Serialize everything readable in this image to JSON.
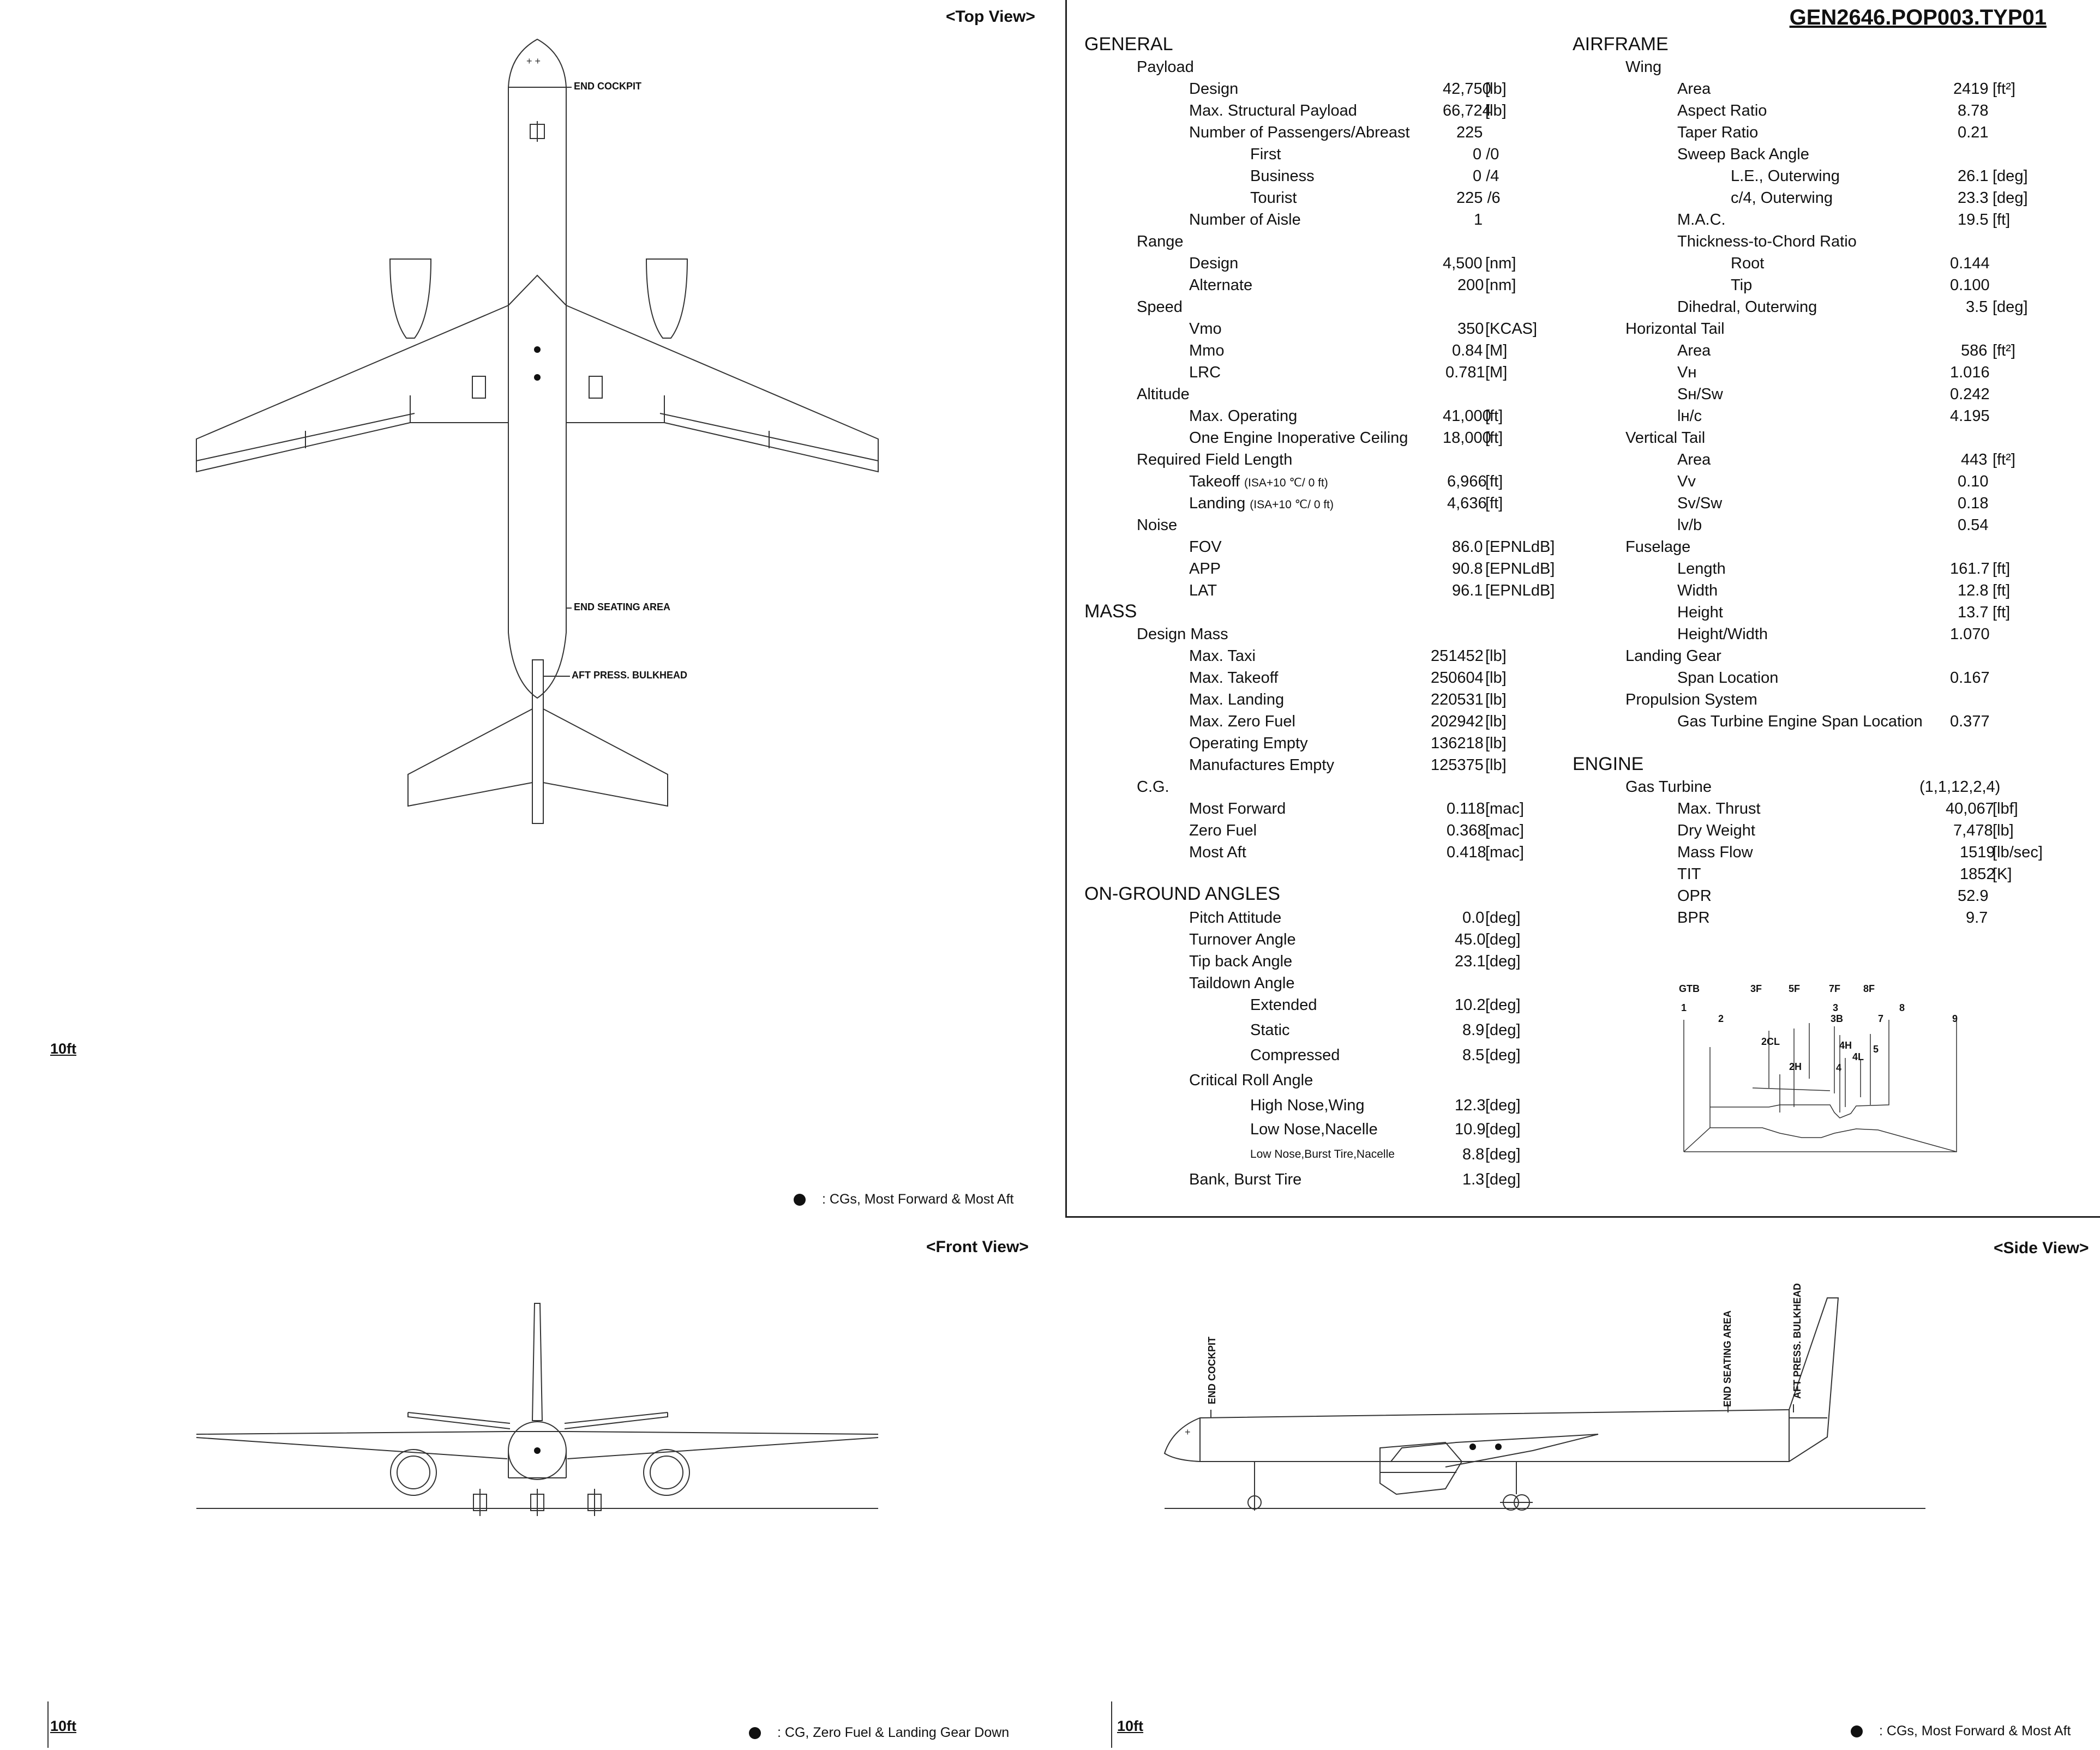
{
  "views": {
    "top": {
      "title": "<Top View>",
      "end_cockpit": "END COCKPIT",
      "end_seating": "END SEATING AREA",
      "aft_bulkhead": "AFT PRESS. BULKHEAD",
      "scale": "10ft",
      "legend": ": CGs, Most Forward & Most Aft"
    },
    "front": {
      "title": "<Front View>",
      "scale": "10ft",
      "legend": ": CG, Zero Fuel &  Landing Gear Down"
    },
    "side": {
      "title": "<Side View>",
      "end_cockpit": "END COCKPIT",
      "end_seating": "END SEATING AREA",
      "aft_bulkhead": "AFT PRESS. BULKHEAD",
      "scale": "10ft",
      "legend": ": CGs, Most Forward & Most Aft"
    }
  },
  "config_code": "GEN2646.POP003.TYP01",
  "general": {
    "heading": "GENERAL",
    "payload": {
      "label": "Payload",
      "design": {
        "label": "Design",
        "value": "42,750",
        "unit": "[lb]"
      },
      "max_struct": {
        "label": "Max. Structural Payload",
        "value": "66,724",
        "unit": "[lb]"
      },
      "pax": {
        "label": "Number of Passengers/Abreast",
        "value": "225"
      },
      "first": {
        "label": "First",
        "value": "0 /0"
      },
      "business": {
        "label": "Business",
        "value": "0 /4"
      },
      "tourist": {
        "label": "Tourist",
        "value": "225 /6"
      },
      "aisle": {
        "label": "Number of Aisle",
        "value": "1"
      }
    },
    "range": {
      "label": "Range",
      "design": {
        "label": "Design",
        "value": "4,500",
        "unit": "[nm]"
      },
      "alternate": {
        "label": "Alternate",
        "value": "200",
        "unit": "[nm]"
      }
    },
    "speed": {
      "label": "Speed",
      "vmo": {
        "label": "Vmo",
        "value": "350",
        "unit": "[KCAS]"
      },
      "mmo": {
        "label": "Mmo",
        "value": "0.84",
        "unit": "[M]"
      },
      "lrc": {
        "label": "LRC",
        "value": "0.781",
        "unit": "[M]"
      }
    },
    "altitude": {
      "label": "Altitude",
      "max_op": {
        "label": "Max. Operating",
        "value": "41,000",
        "unit": "[ft]"
      },
      "oei": {
        "label": "One Engine Inoperative Ceiling",
        "value": "18,000",
        "unit": "[ft]"
      }
    },
    "field": {
      "label": "Required Field Length",
      "takeoff": {
        "label": "Takeoff",
        "cond": "(ISA+10 ℃/ 0 ft)",
        "value": "6,966",
        "unit": "[ft]"
      },
      "landing": {
        "label": "Landing",
        "cond": "(ISA+10 ℃/ 0 ft)",
        "value": "4,636",
        "unit": "[ft]"
      }
    },
    "noise": {
      "label": "Noise",
      "fov": {
        "label": "FOV",
        "value": "86.0",
        "unit": "[EPNLdB]"
      },
      "app": {
        "label": "APP",
        "value": "90.8",
        "unit": "[EPNLdB]"
      },
      "lat": {
        "label": "LAT",
        "value": "96.1",
        "unit": "[EPNLdB]"
      }
    }
  },
  "mass": {
    "heading": "MASS",
    "design": {
      "label": "Design Mass",
      "taxi": {
        "label": "Max. Taxi",
        "value": "251452",
        "unit": "[lb]"
      },
      "takeoff": {
        "label": "Max. Takeoff",
        "value": "250604",
        "unit": "[lb]"
      },
      "landing": {
        "label": "Max. Landing",
        "value": "220531",
        "unit": "[lb]"
      },
      "zero_fuel": {
        "label": "Max. Zero Fuel",
        "value": "202942",
        "unit": "[lb]"
      },
      "oew": {
        "label": "Operating Empty",
        "value": "136218",
        "unit": "[lb]"
      },
      "mew": {
        "label": "Manufactures Empty",
        "value": "125375",
        "unit": "[lb]"
      }
    },
    "cg": {
      "label": "C.G.",
      "fwd": {
        "label": "Most Forward",
        "value": "0.118",
        "unit": "[mac]"
      },
      "zf": {
        "label": "Zero Fuel",
        "value": "0.368",
        "unit": "[mac]"
      },
      "aft": {
        "label": "Most Aft",
        "value": "0.418",
        "unit": "[mac]"
      }
    }
  },
  "angles": {
    "heading": "ON-GROUND ANGLES",
    "pitch": {
      "label": "Pitch Attitude",
      "value": "0.0",
      "unit": "[deg]"
    },
    "turnover": {
      "label": "Turnover Angle",
      "value": "45.0",
      "unit": "[deg]"
    },
    "tipback": {
      "label": "Tip back Angle",
      "value": "23.1",
      "unit": "[deg]"
    },
    "taildown": {
      "label": "Taildown Angle"
    },
    "extended": {
      "label": "Extended",
      "value": "10.2",
      "unit": "[deg]"
    },
    "static": {
      "label": "Static",
      "value": "8.9",
      "unit": "[deg]"
    },
    "compressed": {
      "label": "Compressed",
      "value": "8.5",
      "unit": "[deg]"
    },
    "roll": {
      "label": "Critical Roll Angle"
    },
    "high_nose": {
      "label": "High Nose,Wing",
      "value": "12.3",
      "unit": "[deg]"
    },
    "low_nose": {
      "label": "Low Nose,Nacelle",
      "value": "10.9",
      "unit": "[deg]"
    },
    "burst": {
      "label": "Low Nose,Burst Tire,Nacelle",
      "value": "8.8",
      "unit": "[deg]"
    },
    "bank": {
      "label": "Bank, Burst Tire",
      "value": "1.3",
      "unit": "[deg]"
    }
  },
  "airframe": {
    "heading": "AIRFRAME",
    "wing": {
      "label": "Wing",
      "area": {
        "label": "Area",
        "value": "2419",
        "unit": "[ft²]"
      },
      "ar": {
        "label": "Aspect Ratio",
        "value": "8.78"
      },
      "taper": {
        "label": "Taper Ratio",
        "value": "0.21"
      },
      "sweep": {
        "label": "Sweep Back Angle"
      },
      "le": {
        "label": "L.E., Outerwing",
        "value": "26.1",
        "unit": "[deg]"
      },
      "c4": {
        "label": "c/4, Outerwing",
        "value": "23.3",
        "unit": "[deg]"
      },
      "mac": {
        "label": "M.A.C.",
        "value": "19.5",
        "unit": "[ft]"
      },
      "tc": {
        "label": "Thickness-to-Chord Ratio"
      },
      "root": {
        "label": "Root",
        "value": "0.144"
      },
      "tip": {
        "label": "Tip",
        "value": "0.100"
      },
      "dihedral": {
        "label": "Dihedral, Outerwing",
        "value": "3.5",
        "unit": "[deg]"
      }
    },
    "htail": {
      "label": "Horizontal Tail",
      "area": {
        "label": "Area",
        "value": "586",
        "unit": "[ft²]"
      },
      "vh": {
        "label": "Vʜ",
        "value": "1.016"
      },
      "shsw": {
        "label": "Sʜ/Sᴡ",
        "value": "0.242"
      },
      "lhc": {
        "label": "lʜ/c",
        "value": "4.195"
      }
    },
    "vtail": {
      "label": "Vertical Tail",
      "area": {
        "label": "Area",
        "value": "443",
        "unit": "[ft²]"
      },
      "vv": {
        "label": "Vᴠ",
        "value": "0.10"
      },
      "svsw": {
        "label": "Sᴠ/Sᴡ",
        "value": "0.18"
      },
      "lvb": {
        "label": "lᴠ/b",
        "value": "0.54"
      }
    },
    "fuselage": {
      "label": "Fuselage",
      "length": {
        "label": "Length",
        "value": "161.7",
        "unit": "[ft]"
      },
      "width": {
        "label": "Width",
        "value": "12.8",
        "unit": "[ft]"
      },
      "height": {
        "label": "Height",
        "value": "13.7",
        "unit": "[ft]"
      },
      "hw": {
        "label": "Height/Width",
        "value": "1.070"
      }
    },
    "gear": {
      "label": "Landing Gear",
      "span": {
        "label": "Span Location",
        "value": "0.167"
      }
    },
    "prop": {
      "label": "Propulsion System",
      "gt": {
        "label": "Gas Turbine Engine Span Location",
        "value": "0.377"
      }
    }
  },
  "engine": {
    "heading": "ENGINE",
    "gt": {
      "label": "Gas Turbine",
      "value": "(1,1,12,2,4)"
    },
    "thrust": {
      "label": "Max. Thrust",
      "value": "40,067",
      "unit": "[lbf]"
    },
    "dry": {
      "label": "Dry Weight",
      "value": "7,478",
      "unit": "[lb]"
    },
    "flow": {
      "label": "Mass Flow",
      "value": "1519",
      "unit": "[lb/sec]"
    },
    "tit": {
      "label": "TIT",
      "value": "1852",
      "unit": "[K]"
    },
    "opr": {
      "label": "OPR",
      "value": "52.9"
    },
    "bpr": {
      "label": "BPR",
      "value": "9.7"
    }
  },
  "engine_diagram": {
    "labels": [
      "GTB",
      "3F",
      "5F",
      "7F",
      "8F",
      "1",
      "2",
      "3",
      "3B",
      "7",
      "8",
      "9",
      "2CL",
      "4H",
      "2H",
      "4L",
      "4",
      "5"
    ]
  }
}
